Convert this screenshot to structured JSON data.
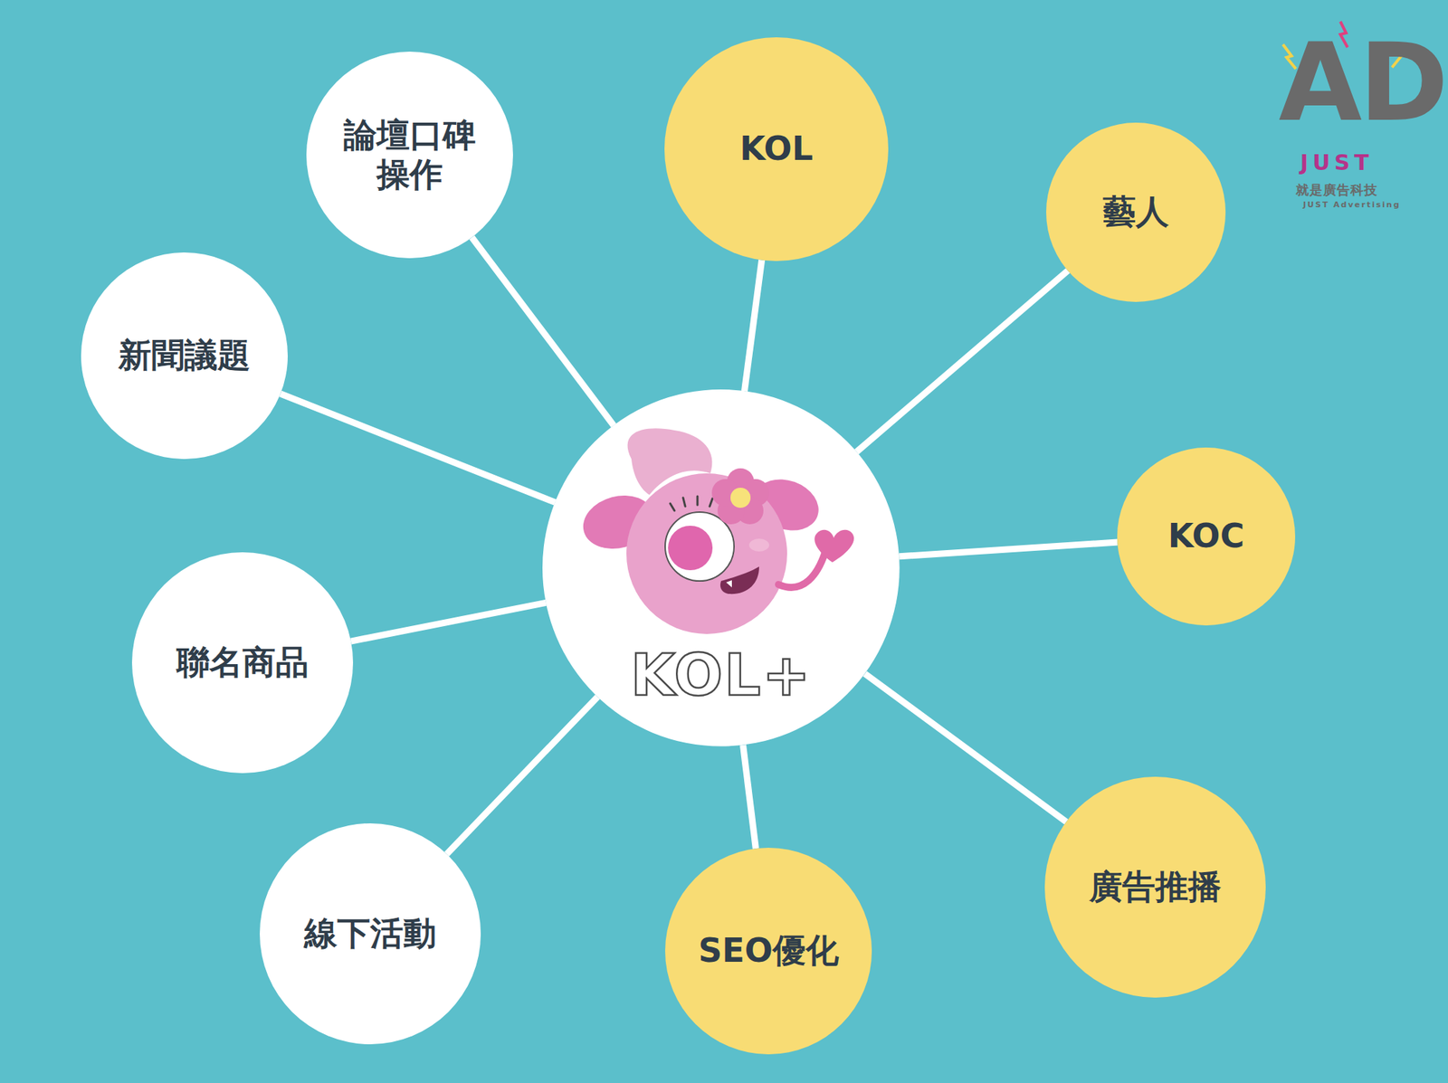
{
  "diagram": {
    "nodes": [
      {
        "text": [
          "KOL+"
        ]
      },
      {
        "text": [
          "論壇口碑操作"
        ]
      },
      {
        "text": [
          "KOL"
        ]
      },
      {
        "text": [
          "藝人"
        ]
      },
      {
        "text": [
          "新聞議題"
        ]
      },
      {
        "text": [
          "KOC"
        ]
      },
      {
        "text": [
          "聯名商品"
        ]
      },
      {
        "text": [
          "廣告推播"
        ]
      },
      {
        "text": [
          "線下活動"
        ]
      },
      {
        "text": [
          "SEO優化"
        ]
      }
    ],
    "edges": [
      {
        "from": 0,
        "to": 1,
        "arrow": "none"
      },
      {
        "from": 0,
        "to": 2,
        "arrow": "none"
      },
      {
        "from": 0,
        "to": 3,
        "arrow": "none"
      },
      {
        "from": 0,
        "to": 4,
        "arrow": "none"
      },
      {
        "from": 0,
        "to": 5,
        "arrow": "none"
      },
      {
        "from": 0,
        "to": 6,
        "arrow": "none"
      },
      {
        "from": 0,
        "to": 7,
        "arrow": "none"
      },
      {
        "from": 0,
        "to": 8,
        "arrow": "none"
      },
      {
        "from": 0,
        "to": 9,
        "arrow": "none"
      }
    ],
    "labels": [
      "AD",
      "JUST",
      "就是廣告科技",
      "JUST Advertising"
    ]
  }
}
